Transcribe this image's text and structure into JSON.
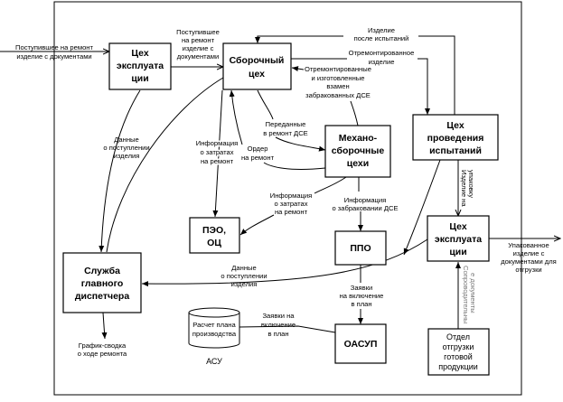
{
  "nodes": {
    "exploitation_top": [
      "Цех",
      "эксплуата",
      "ции"
    ],
    "assembly": [
      "Сборочный",
      "цех"
    ],
    "mech_assembly": [
      "Механо-",
      "сборочные",
      "цехи"
    ],
    "testing": [
      "Цех",
      "проведения",
      "испытаний"
    ],
    "peo": [
      "ПЭО,",
      "ОЦ"
    ],
    "dispatcher": [
      "Служба",
      "главного",
      "диспетчера"
    ],
    "ppo": [
      "ППО"
    ],
    "exploitation_right": [
      "Цех",
      "эксплуата",
      "ции"
    ],
    "oasup": [
      "ОАСУП"
    ],
    "shipping": [
      "Отдел",
      "отгрузки",
      "готовой",
      "продукции"
    ],
    "asu_db": [
      "Расчет плана",
      "производства"
    ],
    "asu_label": "АСУ"
  },
  "flows": {
    "input": [
      "Поступившее на ремонт",
      "изделие с документами"
    ],
    "to_assembly": [
      "Поступившее",
      "на ремонт",
      "изделие с",
      "документами"
    ],
    "arrival_data_1": [
      "Данные",
      "о поступлении",
      "изделия"
    ],
    "cost_info_1": [
      "Информация",
      "о затратах",
      "на ремонт"
    ],
    "repair_order": [
      "Ордер",
      "на ремонт"
    ],
    "transferred_parts": [
      "Переданные",
      "в ремонт ДСЕ"
    ],
    "repaired_parts": [
      "Отремонтированные",
      "и изготовленные",
      "взамен",
      "забракованных ДСЕ"
    ],
    "repaired_product": [
      "Отремонтированное",
      "изделие"
    ],
    "after_tests": [
      "Изделие",
      "после испытаний"
    ],
    "cost_info_2": [
      "Информация",
      "о затратах",
      "на ремонт"
    ],
    "reject_info": [
      "Информация",
      "о забраковании ДСЕ"
    ],
    "arrival_data_2": [
      "Данные",
      "о поступлении",
      "изделия"
    ],
    "to_packing": [
      "Изделие на",
      "упаковку"
    ],
    "packed_output": [
      "Упакованное",
      "изделие с",
      "документами для",
      "отгрузки"
    ],
    "accompanying_docs": [
      "Сопроводительны",
      "е документы"
    ],
    "plan_requests_1": [
      "Заявки",
      "на включение",
      "в план"
    ],
    "plan_requests_2": [
      "Заявки на",
      "включение",
      "в план"
    ],
    "schedule_summary": [
      "График-сводка",
      "о ходе ремонта"
    ]
  }
}
